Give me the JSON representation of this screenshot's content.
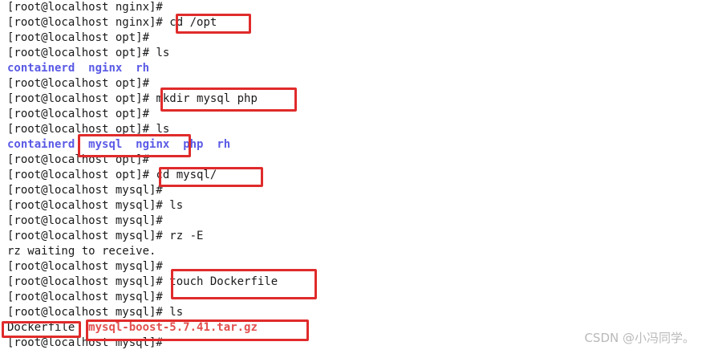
{
  "terminal": {
    "lines": [
      {
        "prompt": "[root@localhost nginx]#",
        "command": ""
      },
      {
        "prompt": "[root@localhost nginx]#",
        "command": " cd /opt"
      },
      {
        "prompt": "[root@localhost opt]#",
        "command": ""
      },
      {
        "prompt": "[root@localhost opt]#",
        "command": " ls"
      },
      {
        "listing": [
          {
            "name": "containerd",
            "type": "dir"
          },
          {
            "name": "nginx",
            "type": "dir"
          },
          {
            "name": "rh",
            "type": "dir"
          }
        ]
      },
      {
        "prompt": "[root@localhost opt]#",
        "command": ""
      },
      {
        "prompt": "[root@localhost opt]#",
        "command": " mkdir mysql php"
      },
      {
        "prompt": "[root@localhost opt]#",
        "command": ""
      },
      {
        "prompt": "[root@localhost opt]#",
        "command": " ls"
      },
      {
        "listing": [
          {
            "name": "containerd",
            "type": "dir"
          },
          {
            "name": "mysql",
            "type": "dir"
          },
          {
            "name": "nginx",
            "type": "dir"
          },
          {
            "name": "php",
            "type": "dir"
          },
          {
            "name": "rh",
            "type": "dir"
          }
        ]
      },
      {
        "prompt": "[root@localhost opt]#",
        "command": ""
      },
      {
        "prompt": "[root@localhost opt]#",
        "command": " cd mysql/"
      },
      {
        "prompt": "[root@localhost mysql]#",
        "command": ""
      },
      {
        "prompt": "[root@localhost mysql]#",
        "command": " ls"
      },
      {
        "prompt": "[root@localhost mysql]#",
        "command": ""
      },
      {
        "prompt": "[root@localhost mysql]#",
        "command": " rz -E"
      },
      {
        "output": "rz waiting to receive."
      },
      {
        "prompt": "[root@localhost mysql]#",
        "command": ""
      },
      {
        "prompt": "[root@localhost mysql]#",
        "command": " touch Dockerfile"
      },
      {
        "prompt": "[root@localhost mysql]#",
        "command": ""
      },
      {
        "prompt": "[root@localhost mysql]#",
        "command": " ls"
      },
      {
        "listing": [
          {
            "name": "Dockerfile",
            "type": "file"
          },
          {
            "name": "mysql-boost-5.7.41.tar.gz",
            "type": "archive"
          }
        ]
      },
      {
        "prompt": "[root@localhost mysql]#",
        "command": ""
      }
    ]
  },
  "watermark": "CSDN @小冯同学。",
  "colors": {
    "directory": "#5a5ae6",
    "archive": "#e2504f",
    "highlight": "#e02b2b",
    "text": "#1a1a1a"
  }
}
